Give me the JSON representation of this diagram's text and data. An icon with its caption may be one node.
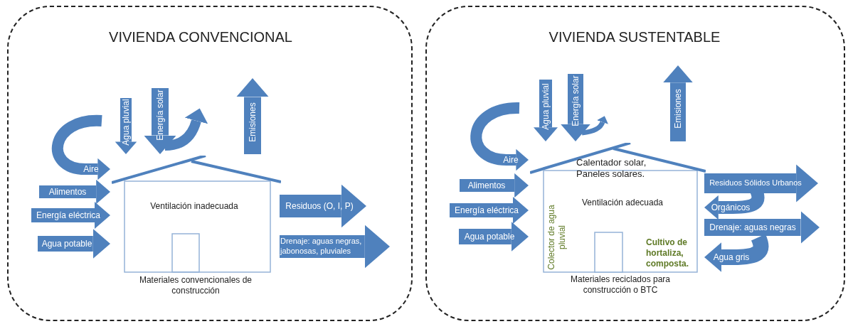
{
  "diagram": {
    "nodes": [
      {
        "text": [
          "VIVIENDA CONVENCIONAL"
        ]
      },
      {
        "text": [
          "Ventilación inadecuada"
        ],
        "in": 0,
        "beside": [
          "Materiales convencionales de construcción"
        ]
      },
      {
        "text": [
          "VIVIENDA SUSTENTABLE"
        ]
      },
      {
        "text": [
          "Calentador solar, Paneles solares.",
          "Ventilación adecuada",
          "Colector de agua pluvial",
          "Cultivo de hortaliza, composta."
        ],
        "in": 2,
        "beside": [
          "Materiales reciclados para construcción o BTC"
        ]
      }
    ],
    "edges": [
      {
        "from": null,
        "to": 1,
        "arrow": "to",
        "label": "Aire"
      },
      {
        "from": null,
        "to": 1,
        "arrow": "to",
        "label": "Agua pluvial"
      },
      {
        "from": null,
        "to": 1,
        "arrow": "to",
        "label": "Energía solar"
      },
      {
        "from": 1,
        "to": null,
        "arrow": "to",
        "label": "Emisiones"
      },
      {
        "from": null,
        "to": 1,
        "arrow": "to",
        "label": "Alimentos"
      },
      {
        "from": null,
        "to": 1,
        "arrow": "to",
        "label": "Energía eléctrica"
      },
      {
        "from": null,
        "to": 1,
        "arrow": "to",
        "label": "Agua potable"
      },
      {
        "from": 1,
        "to": null,
        "arrow": "to",
        "label": "Residuos (O, I, P)"
      },
      {
        "from": 1,
        "to": null,
        "arrow": "to",
        "label": "Drenaje: aguas negras, jabonosas, pluviales"
      },
      {
        "from": null,
        "to": 3,
        "arrow": "to",
        "label": "Aire"
      },
      {
        "from": null,
        "to": 3,
        "arrow": "to",
        "label": "Agua pluvial"
      },
      {
        "from": null,
        "to": 3,
        "arrow": "to",
        "label": "Energía solar"
      },
      {
        "from": 3,
        "to": null,
        "arrow": "to",
        "label": "Emisiones"
      },
      {
        "from": null,
        "to": 3,
        "arrow": "to",
        "label": "Alimentos"
      },
      {
        "from": null,
        "to": 3,
        "arrow": "to",
        "label": "Energía eléctrica"
      },
      {
        "from": null,
        "to": 3,
        "arrow": "to",
        "label": "Agua potable"
      },
      {
        "from": 3,
        "to": null,
        "arrow": "to",
        "label": "Residuos Sólidos Urbanos"
      },
      {
        "from": null,
        "to": 3,
        "arrow": "to",
        "label": "Orgánicos"
      },
      {
        "from": 3,
        "to": null,
        "arrow": "to",
        "label": "Drenaje: aguas negras"
      },
      {
        "from": null,
        "to": 3,
        "arrow": "to",
        "label": "Agua gris"
      }
    ]
  }
}
